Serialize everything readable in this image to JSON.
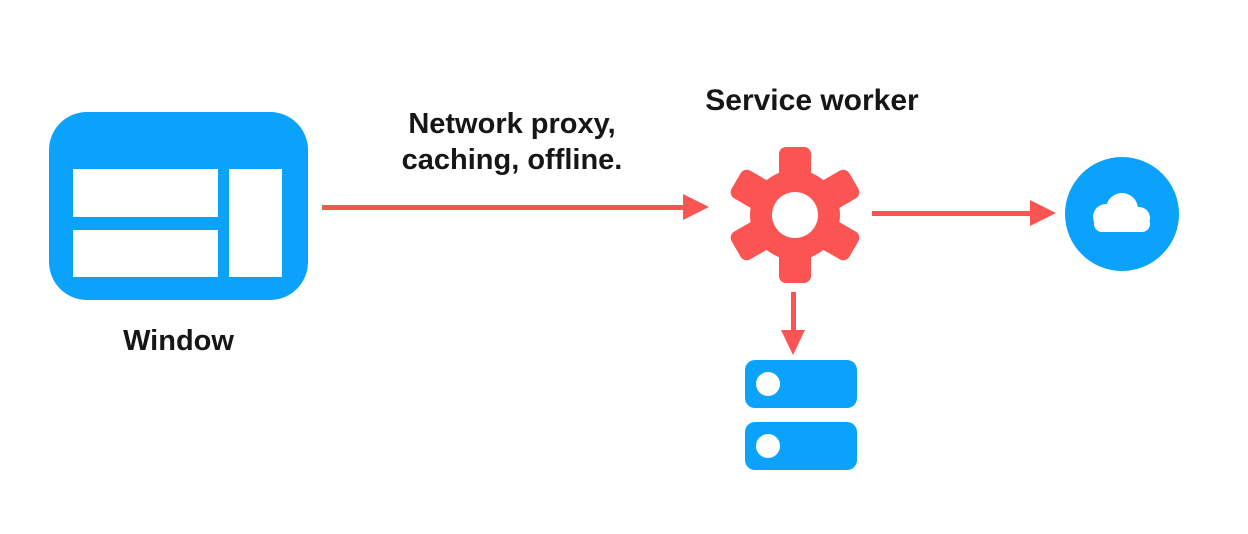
{
  "colors": {
    "blue": "#0aa2fb",
    "red": "#fc5353",
    "text": "#161616",
    "background": "#ffffff"
  },
  "nodes": {
    "window": {
      "label": "Window",
      "icon": "browser-window-icon"
    },
    "service_worker": {
      "label": "Service worker",
      "icon": "gear-icon"
    },
    "cloud": {
      "icon": "cloud-icon"
    },
    "storage": {
      "icon": "database-icon"
    }
  },
  "edges": {
    "window_to_service_worker": {
      "label_line1": "Network proxy,",
      "label_line2": "caching, offline.",
      "direction": "right"
    },
    "service_worker_to_cloud": {
      "direction": "right"
    },
    "service_worker_to_storage": {
      "direction": "down"
    }
  }
}
